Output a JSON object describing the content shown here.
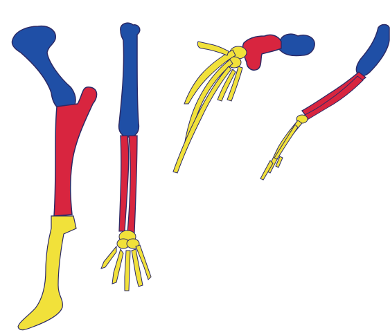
{
  "figure": {
    "colors": {
      "upper_bone": "#1f4fa6",
      "forearm_bones": "#d8253f",
      "hand_bones": "#f1e13a",
      "outline": "#2c2a66",
      "background": "#ffffff"
    },
    "limbs": [
      {
        "name": "limb-1",
        "segments": [
          "upper-bone",
          "forearm-bone",
          "hand-bones"
        ],
        "icon": "hoofed-leg-icon"
      },
      {
        "name": "limb-2",
        "segments": [
          "upper-bone",
          "forearm-bones",
          "hand-bones"
        ],
        "icon": "human-arm-icon"
      },
      {
        "name": "limb-3",
        "segments": [
          "upper-bone",
          "forearm-bones",
          "hand-bones"
        ],
        "icon": "bat-wing-icon"
      },
      {
        "name": "limb-4",
        "segments": [
          "upper-bone",
          "forearm-bones",
          "hand-bones"
        ],
        "icon": "slender-forelimb-icon"
      }
    ]
  }
}
